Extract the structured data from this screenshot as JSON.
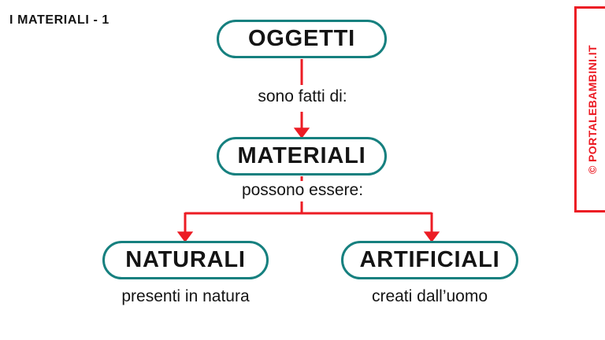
{
  "page": {
    "title": "I MATERIALI - 1",
    "background_color": "#ffffff"
  },
  "theme": {
    "node_border_color": "#16807f",
    "arrow_color": "#ec1c24",
    "text_color": "#141414",
    "watermark_color": "#ec1c24"
  },
  "diagram": {
    "type": "concept-map",
    "nodes": [
      {
        "id": "oggetti",
        "label": "OGGETTI",
        "level": 0
      },
      {
        "id": "materiali",
        "label": "MATERIALI",
        "level": 1
      },
      {
        "id": "naturali",
        "label": "NATURALI",
        "level": 2,
        "caption": "presenti in natura"
      },
      {
        "id": "artificiali",
        "label": "ARTIFICIALI",
        "level": 2,
        "caption": "creati dall’uomo"
      }
    ],
    "connectors": [
      {
        "id": "oggetti-materiali",
        "from": "oggetti",
        "to": "materiali",
        "label": "sono fatti di:"
      },
      {
        "id": "materiali-tipi",
        "from": "materiali",
        "to": [
          "naturali",
          "artificiali"
        ],
        "label": "possono essere:"
      }
    ]
  },
  "watermark": {
    "text": "© PORTALEBAMBINI.IT"
  }
}
